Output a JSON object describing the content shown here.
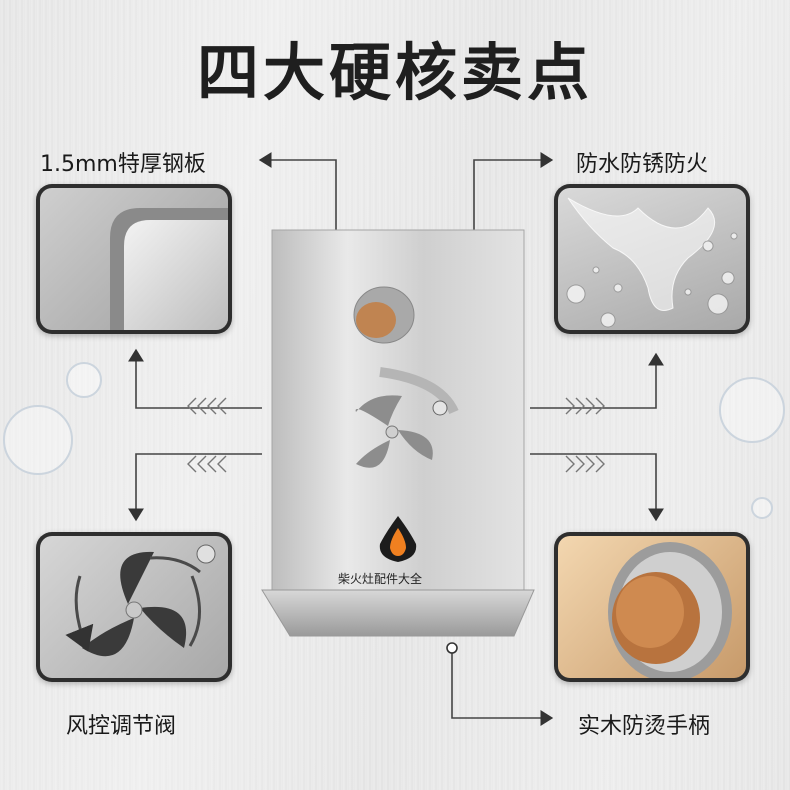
{
  "title": "四大硬核卖点",
  "features": {
    "top_left": "1.5mm特厚钢板",
    "top_right": "防水防锈防火",
    "bottom_left": "风控调节阀",
    "bottom_right": "实木防烫手柄"
  },
  "product": {
    "brand_text": "柴火灶配件大全"
  },
  "icons": [
    "flame-logo-icon",
    "fan-valve-icon",
    "wooden-knob-icon"
  ]
}
